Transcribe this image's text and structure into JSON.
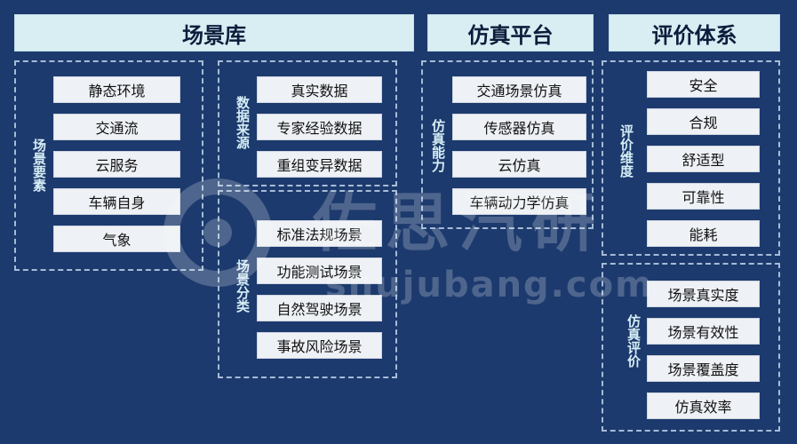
{
  "headers": {
    "scene_library": "场景库",
    "sim_platform": "仿真平台",
    "eval_system": "评价体系"
  },
  "scene_elements": {
    "label": "场景要素",
    "items": [
      "静态环境",
      "交通流",
      "云服务",
      "车辆自身",
      "气象"
    ]
  },
  "data_sources": {
    "label": "数据来源",
    "items": [
      "真实数据",
      "专家经验数据",
      "重组变异数据"
    ]
  },
  "scene_classes": {
    "label": "场景分类",
    "items": [
      "标准法规场景",
      "功能测试场景",
      "自然驾驶场景",
      "事故风险场景"
    ]
  },
  "sim_capabilities": {
    "label": "仿真能力",
    "items": [
      "交通场景仿真",
      "传感器仿真",
      "云仿真",
      "车辆动力学仿真"
    ]
  },
  "eval_dimensions": {
    "label": "评价维度",
    "items": [
      "安全",
      "合规",
      "舒适型",
      "可靠性",
      "能耗"
    ]
  },
  "sim_evaluation": {
    "label": "仿真评价",
    "items": [
      "场景真实度",
      "场景有效性",
      "场景覆盖度",
      "仿真效率"
    ]
  },
  "watermark": {
    "brand": "佐思汽研",
    "url": "shujubang.com"
  }
}
